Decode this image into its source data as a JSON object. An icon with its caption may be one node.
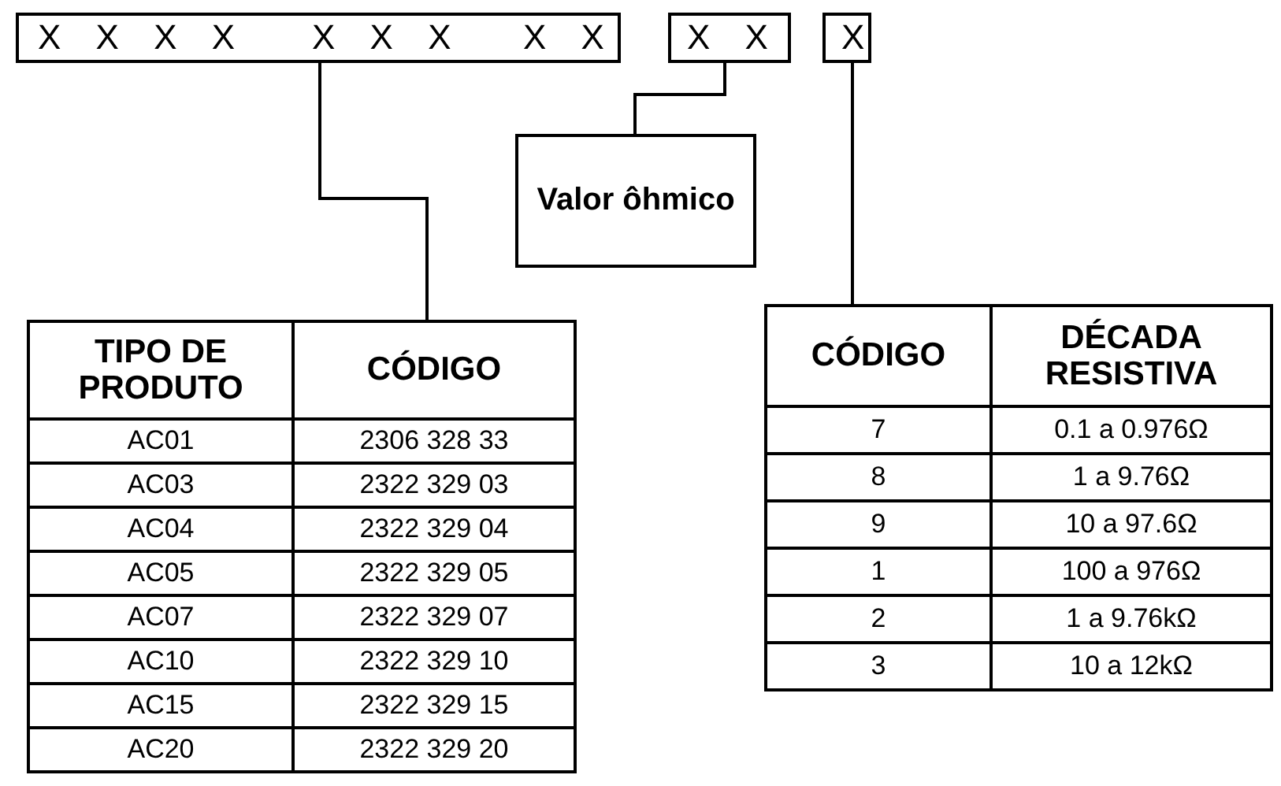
{
  "diagram": {
    "nodes": [
      {
        "text": [
          "X X X X",
          "X X X",
          "X X"
        ]
      },
      {
        "text": [
          "X X"
        ]
      },
      {
        "text": [
          "X"
        ]
      },
      {
        "text": [
          "Valor ôhmico"
        ]
      },
      {
        "text": [],
        "shape": "box"
      },
      {
        "text": [],
        "shape": "box"
      }
    ],
    "edges": [
      {
        "from": 0,
        "to": 4,
        "arrow": "none"
      },
      {
        "from": 1,
        "to": 3,
        "arrow": "none"
      },
      {
        "from": 2,
        "to": 5,
        "arrow": "none"
      }
    ],
    "labels": [
      "TIPO DE PRODUTO",
      "CÓDIGO",
      "AC01",
      "2306 328 33",
      "AC03",
      "2322 329 03",
      "AC04",
      "2322 329 04",
      "AC05",
      "2322 329 05",
      "AC07",
      "2322 329 07",
      "AC10",
      "2322 329 10",
      "AC15",
      "2322 329 15",
      "AC20",
      "2322 329 20",
      "CÓDIGO",
      "DÉCADA RESISTIVA",
      "7",
      "0.1 a 0.976Ω",
      "8",
      "1 a 9.76Ω",
      "9",
      "10 a 97.6Ω",
      "1",
      "100 a 976Ω",
      "2",
      "1 a 9.76kΩ",
      "3",
      "10 a 12kΩ"
    ]
  }
}
